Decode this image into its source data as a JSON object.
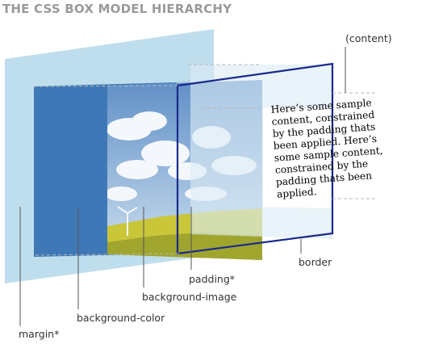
{
  "title": "THE CSS BOX MODEL HIERARCHY",
  "labels": {
    "content": "(content)",
    "border": "border",
    "padding": "padding*",
    "background_image": "background-image",
    "background_color": "background-color",
    "margin": "margin*"
  },
  "sample_text": [
    "Here’s some sample",
    "content, constrained",
    "by the padding thats",
    "been applied. Here’s",
    "some sample content,",
    "constrained by the",
    "padding thats been",
    "applied."
  ],
  "colors": {
    "title": "#9a9a9a",
    "margin_layer": "#bcdcec",
    "background_color_layer": "#3f78b6",
    "border": "#1a2a8c",
    "padding_layer": "#dcecf6",
    "content_bg": "#ffffff",
    "label_text": "#333333",
    "leader_line": "#555555",
    "dashed_line": "#b8b8b8",
    "sky_top": "#5e8ec6",
    "sky_bottom": "#cde0ef",
    "cloud": "#f4f7fb",
    "field": "#c9c63a",
    "field_dark": "#7e8a24"
  }
}
